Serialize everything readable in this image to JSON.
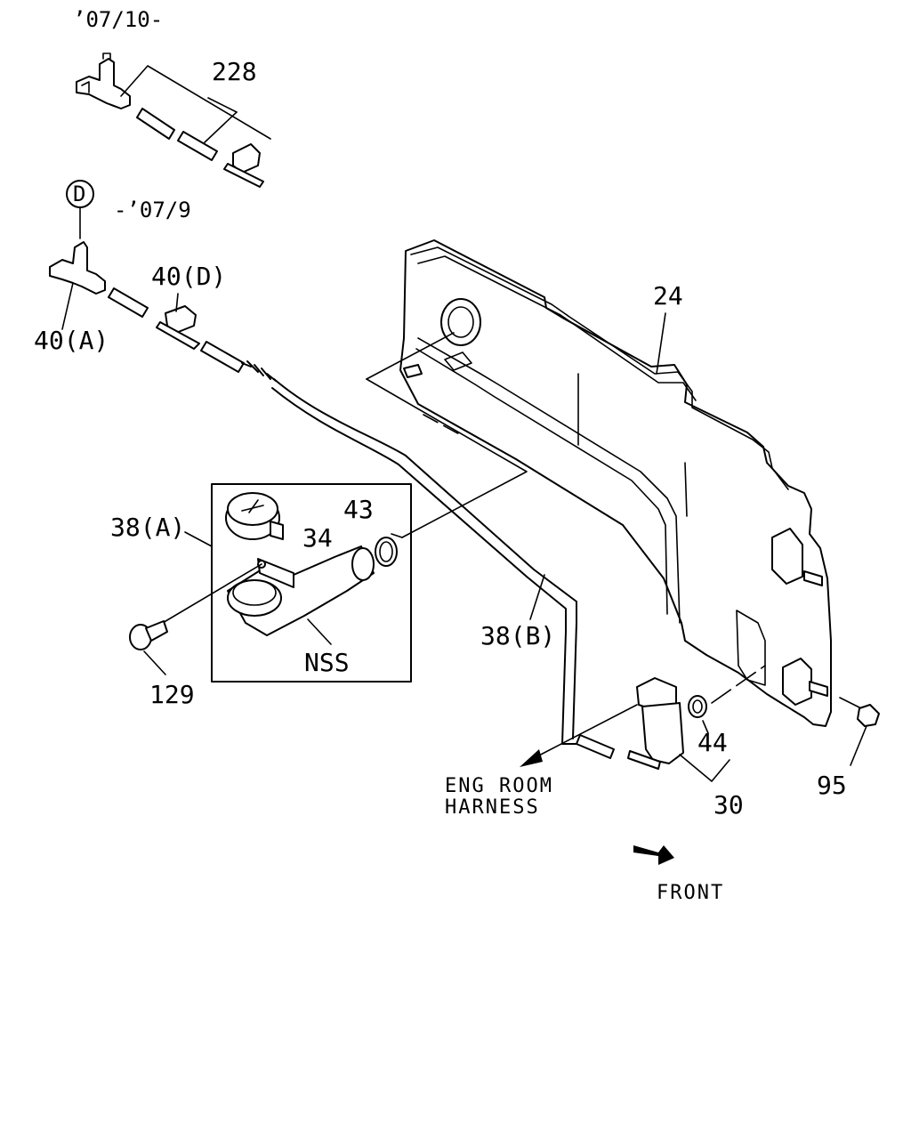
{
  "date_labels": {
    "from_0710": "’07/10-",
    "to_079": "-’07/9"
  },
  "callout_circle": "D",
  "part_labels": {
    "p228": "228",
    "p24": "24",
    "p40d": "40(D)",
    "p40a": "40(A)",
    "p38a": "38(A)",
    "p34": "34",
    "p43": "43",
    "nss": "NSS",
    "p129": "129",
    "p38b": "38(B)",
    "p44": "44",
    "p30": "30",
    "p95": "95"
  },
  "annotations": {
    "eng_room": "ENG ROOM",
    "harness": "HARNESS",
    "front": "FRONT"
  },
  "colors": {
    "line": "#000000",
    "background": "#ffffff"
  }
}
